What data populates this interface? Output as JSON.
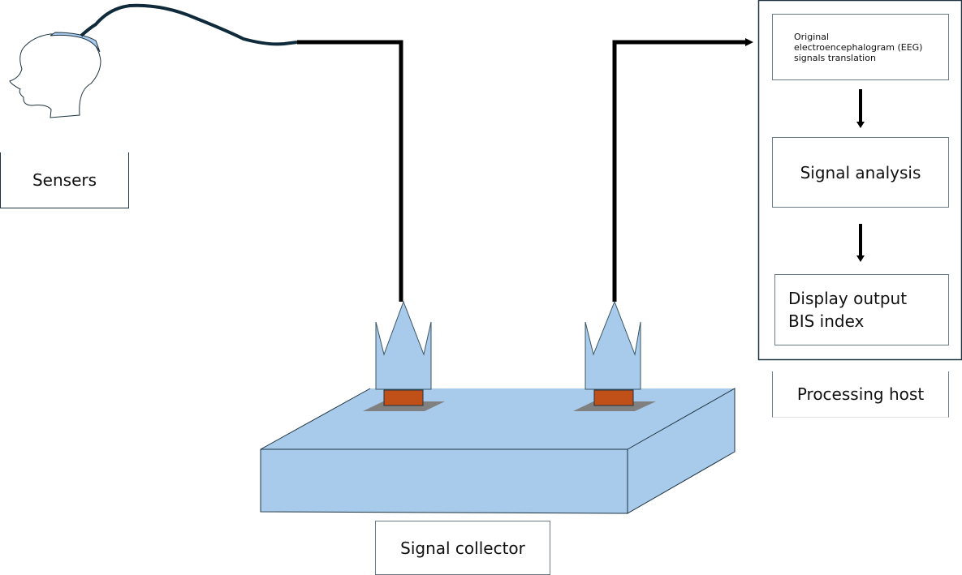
{
  "labels": {
    "sensors": "Sensers",
    "signal_collector": "Signal collector",
    "processing_host": "Processing host"
  },
  "processing_steps": [
    {
      "text": "Original electroencephalogram (EEG) signals translation"
    },
    {
      "text": "Signal analysis"
    },
    {
      "text": "Display output BIS index"
    }
  ],
  "colors": {
    "device_fill": "#a8caeb",
    "connector": "#c05018",
    "wire": "#000000"
  }
}
